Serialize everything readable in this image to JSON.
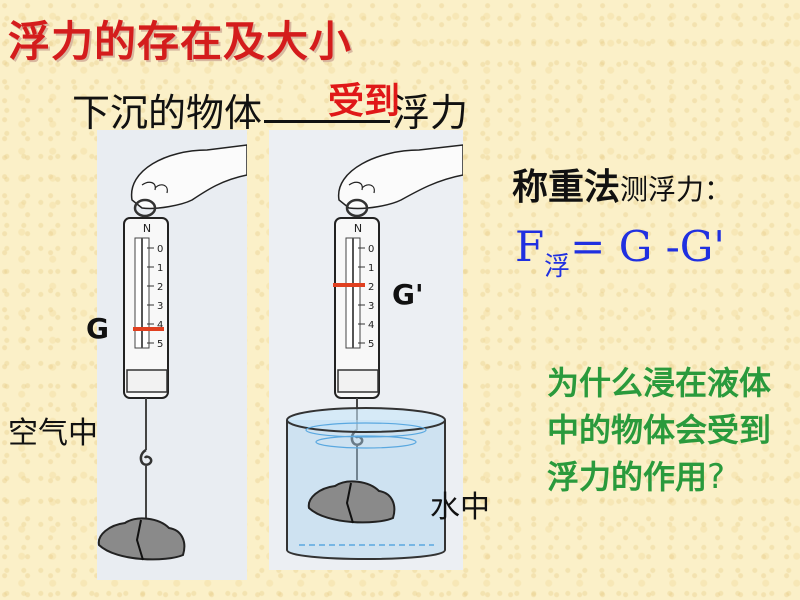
{
  "title": "浮力的存在及大小",
  "statement": {
    "prefix": "下沉的物体",
    "answer": "受到",
    "suffix": "浮力"
  },
  "method": {
    "bold": "称重法",
    "rest": "测浮力："
  },
  "formula": {
    "f": "F",
    "sub": "浮",
    "rest": "= G -G'"
  },
  "labels": {
    "g": "G",
    "g_prime": "G'",
    "air": "空气中",
    "water": "水中"
  },
  "question": {
    "text": "为什么浸在液体中的物体会受到浮力的作用",
    "qmark": "?"
  },
  "scale_numbers": [
    "0",
    "1",
    "2",
    "3",
    "4",
    "5"
  ],
  "scale_letter": "N",
  "colors": {
    "title": "#d41c1c",
    "answer": "#e01818",
    "formula": "#2030e0",
    "question": "#2a9a3c",
    "marker": "#e04020"
  }
}
